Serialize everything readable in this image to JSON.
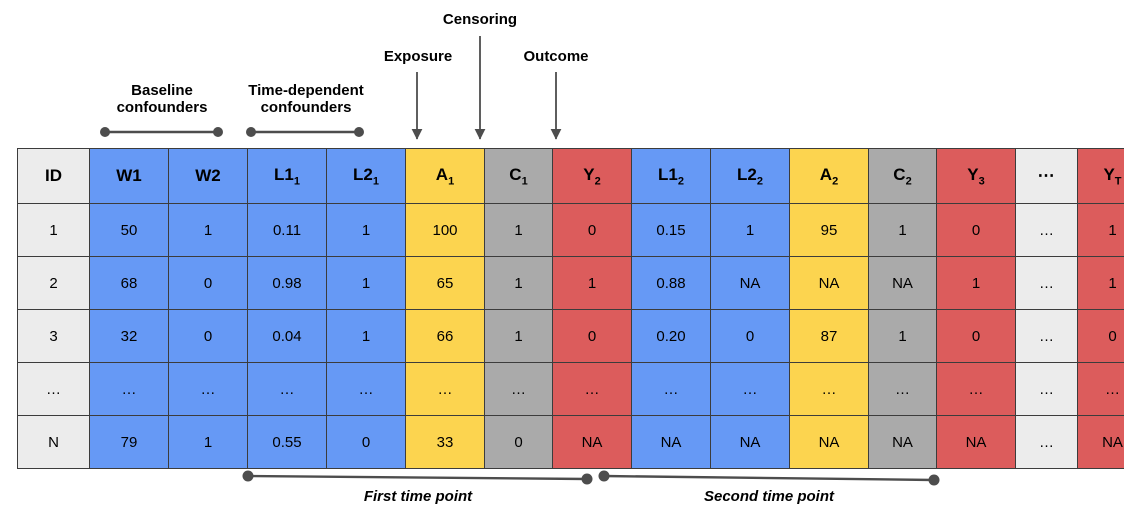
{
  "annotations": {
    "top": [
      {
        "id": "baseline-confounders",
        "text": "Baseline\nconfounders"
      },
      {
        "id": "time-dependent-confounders",
        "text": "Time-dependent\nconfounders"
      },
      {
        "id": "exposure",
        "text": "Exposure"
      },
      {
        "id": "censoring",
        "text": "Censoring"
      },
      {
        "id": "outcome",
        "text": "Outcome"
      }
    ],
    "bottom": [
      {
        "id": "first-time-point",
        "text": "First time point"
      },
      {
        "id": "second-time-point",
        "text": "Second time point"
      }
    ]
  },
  "colors": {
    "id_column": "#ececec",
    "confounder_blue": "#6699f5",
    "exposure_yellow": "#fcd44f",
    "censoring_gray": "#aaaaaa",
    "outcome_red": "#dc5c5c",
    "ellipsis_light": "#ececec",
    "border": "#3c3c3c",
    "connector": "#4d4d4d"
  },
  "table": {
    "columns": [
      {
        "base": "ID",
        "sub": "",
        "color": "c-id",
        "width": 72
      },
      {
        "base": "W1",
        "sub": "",
        "color": "c-blue",
        "width": 79
      },
      {
        "base": "W2",
        "sub": "",
        "color": "c-blue",
        "width": 79
      },
      {
        "base": "L1",
        "sub": "1",
        "color": "c-blue",
        "width": 79
      },
      {
        "base": "L2",
        "sub": "1",
        "color": "c-blue",
        "width": 79
      },
      {
        "base": "A",
        "sub": "1",
        "color": "c-yellow",
        "width": 79
      },
      {
        "base": "C",
        "sub": "1",
        "color": "c-gray",
        "width": 68
      },
      {
        "base": "Y",
        "sub": "2",
        "color": "c-red",
        "width": 79
      },
      {
        "base": "L1",
        "sub": "2",
        "color": "c-blue",
        "width": 79
      },
      {
        "base": "L2",
        "sub": "2",
        "color": "c-blue",
        "width": 79
      },
      {
        "base": "A",
        "sub": "2",
        "color": "c-yellow",
        "width": 79
      },
      {
        "base": "C",
        "sub": "2",
        "color": "c-gray",
        "width": 68
      },
      {
        "base": "Y",
        "sub": "3",
        "color": "c-red",
        "width": 79
      },
      {
        "base": "...",
        "sub": "",
        "color": "c-light",
        "width": 62
      },
      {
        "base": "Y",
        "sub": "T",
        "color": "c-red",
        "width": 70
      }
    ],
    "rows": [
      [
        "1",
        "50",
        "1",
        "0.11",
        "1",
        "100",
        "1",
        "0",
        "0.15",
        "1",
        "95",
        "1",
        "0",
        "…",
        "1"
      ],
      [
        "2",
        "68",
        "0",
        "0.98",
        "1",
        "65",
        "1",
        "1",
        "0.88",
        "NA",
        "NA",
        "NA",
        "1",
        "…",
        "1"
      ],
      [
        "3",
        "32",
        "0",
        "0.04",
        "1",
        "66",
        "1",
        "0",
        "0.20",
        "0",
        "87",
        "1",
        "0",
        "…",
        "0"
      ],
      [
        "…",
        "…",
        "…",
        "…",
        "…",
        "…",
        "…",
        "…",
        "…",
        "…",
        "…",
        "…",
        "…",
        "…",
        "…"
      ],
      [
        "N",
        "79",
        "1",
        "0.55",
        "0",
        "33",
        "0",
        "NA",
        "NA",
        "NA",
        "NA",
        "NA",
        "NA",
        "…",
        "NA"
      ]
    ]
  }
}
